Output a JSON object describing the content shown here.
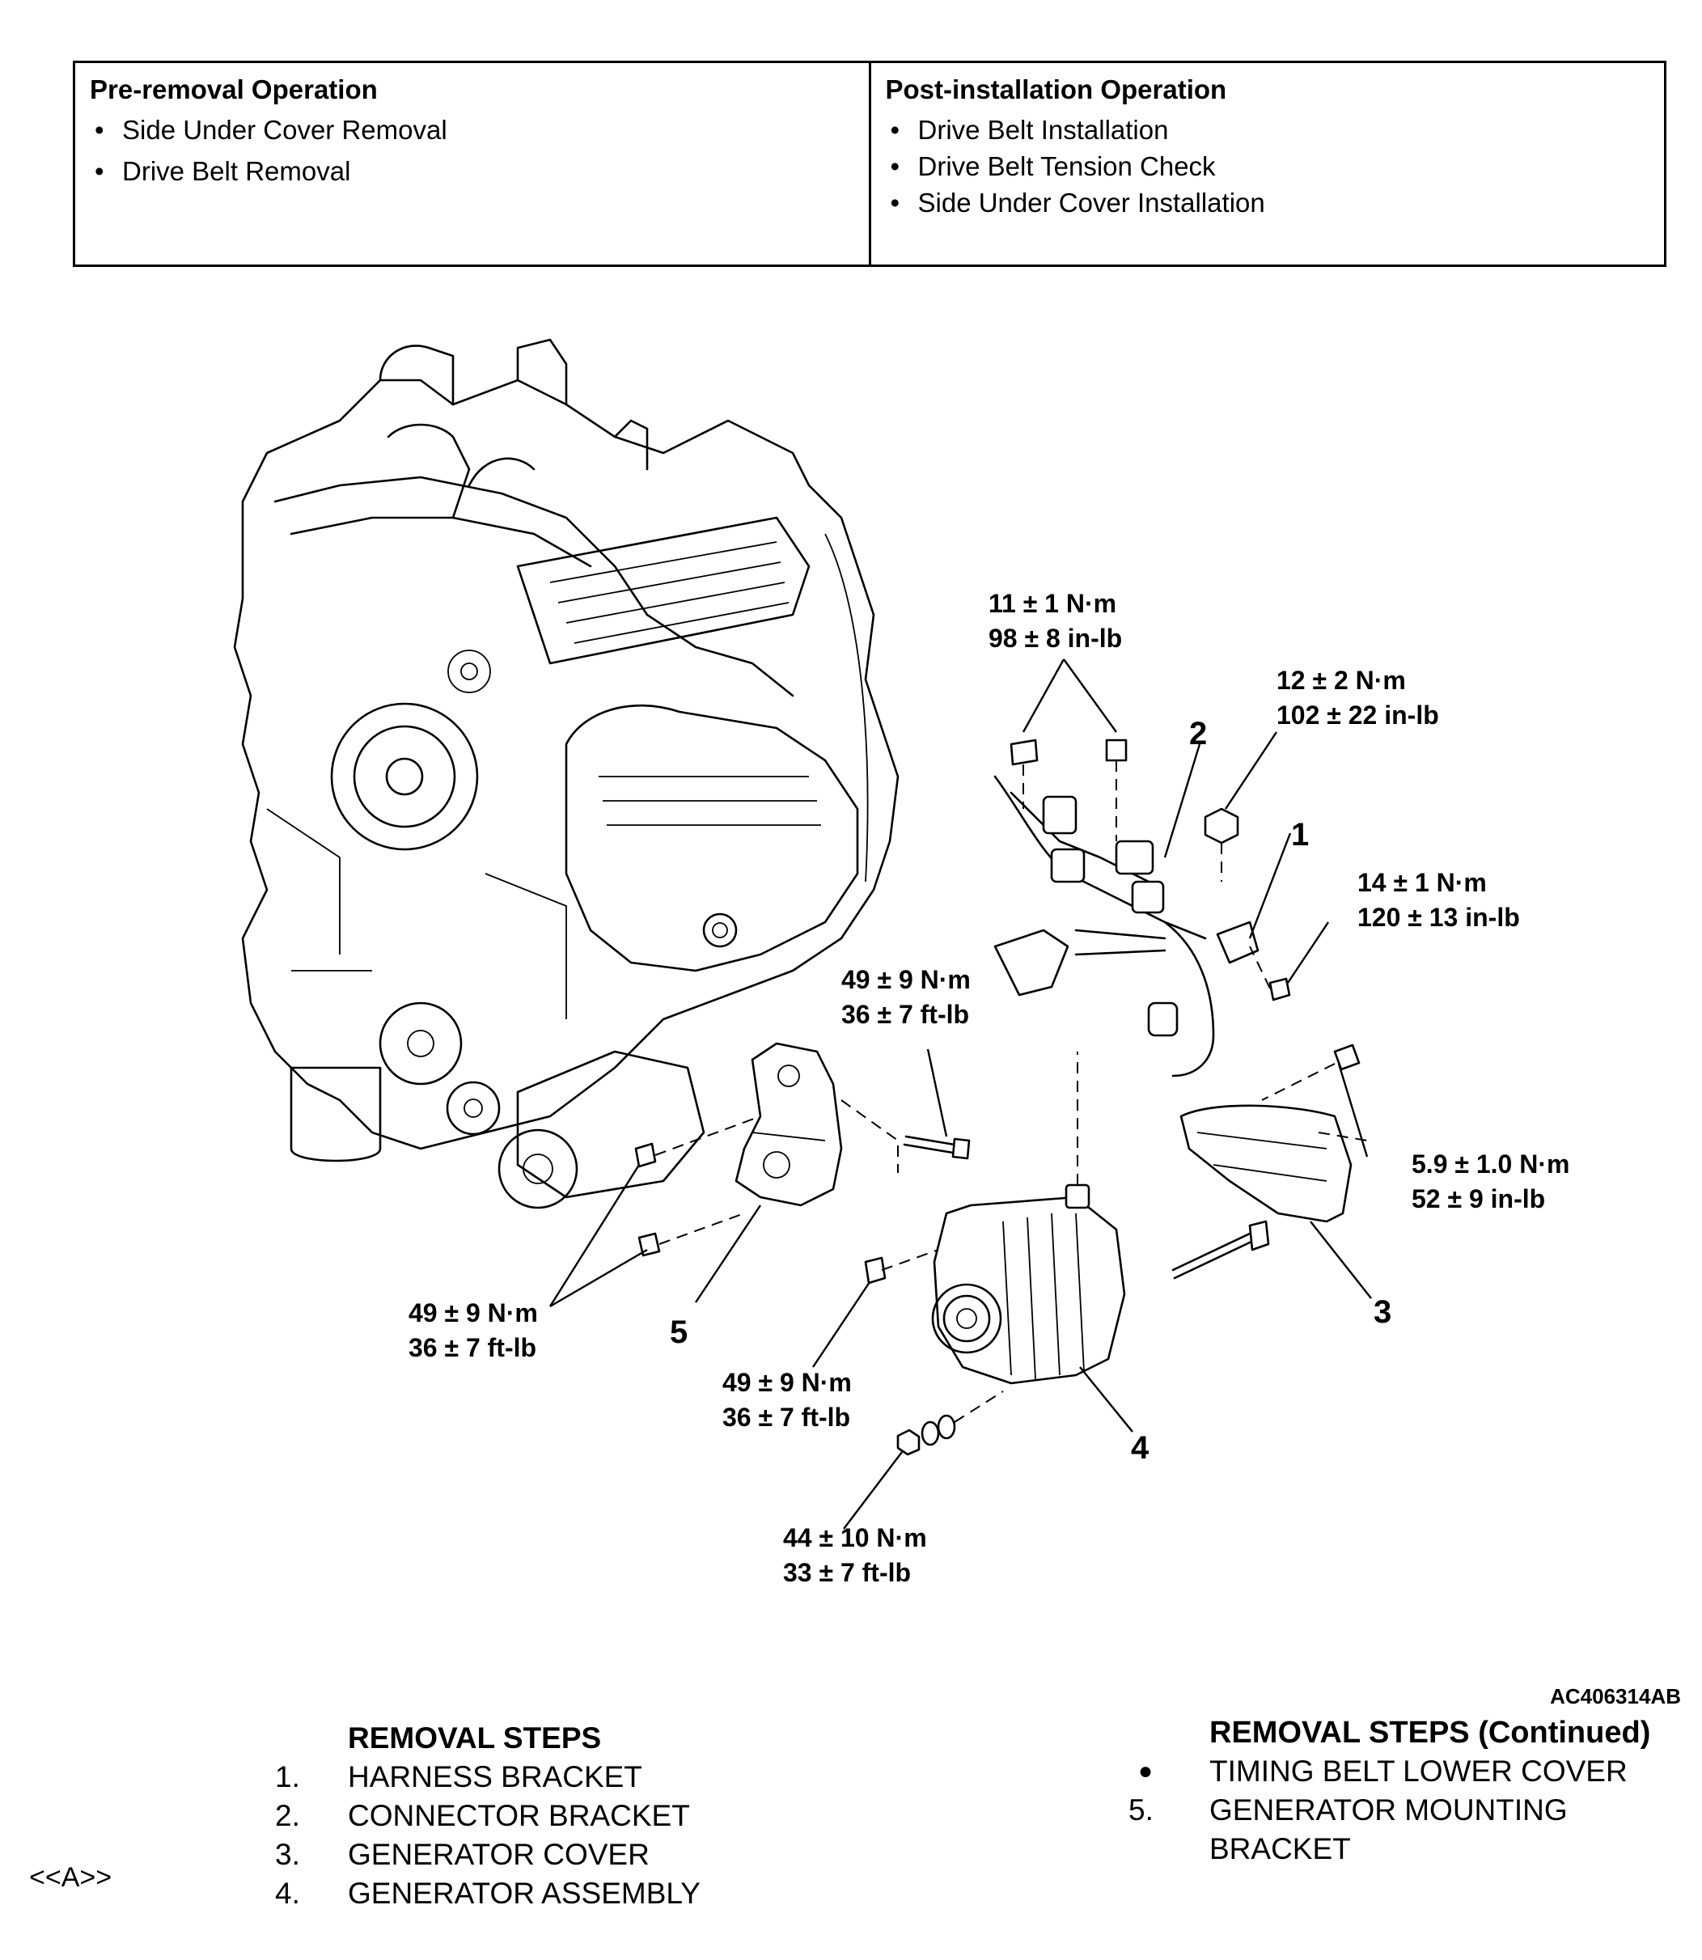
{
  "pre_removal": {
    "heading": "Pre-removal Operation",
    "items": [
      "Side Under Cover Removal",
      "Drive Belt Removal"
    ]
  },
  "post_installation": {
    "heading": "Post-installation Operation",
    "items": [
      "Drive Belt Installation",
      "Drive Belt Tension Check",
      "Side Under Cover Installation"
    ]
  },
  "diagram": {
    "callouts": [
      "1",
      "2",
      "3",
      "4",
      "5"
    ],
    "torques": {
      "harness_bolts": [
        "11 ± 1 N·m",
        "98 ± 8 in-lb"
      ],
      "nut_bracket": [
        "12 ± 2 N·m",
        "102 ± 22 in-lb"
      ],
      "harness_bracket_bolt": [
        "14 ± 1 N·m",
        "120 ± 13 in-lb"
      ],
      "mount_bolt_upper": [
        "49 ± 9 N·m",
        "36 ± 7 ft-lb"
      ],
      "cover_bolt": [
        "5.9 ± 1.0 N·m",
        "52 ± 9 in-lb"
      ],
      "mount_bolts_left": [
        "49 ± 9 N·m",
        "36 ± 7 ft-lb"
      ],
      "generator_bolt": [
        "49 ± 9 N·m",
        "36 ± 7 ft-lb"
      ],
      "generator_nut": [
        "44 ± 10 N·m",
        "33 ± 7 ft-lb"
      ]
    },
    "figure_code": "AC406314AB"
  },
  "removal_steps": {
    "title": "REMOVAL STEPS",
    "marker": "<<A>>",
    "items": [
      {
        "no": "1.",
        "label": "HARNESS BRACKET"
      },
      {
        "no": "2.",
        "label": "CONNECTOR BRACKET"
      },
      {
        "no": "3.",
        "label": "GENERATOR COVER"
      },
      {
        "no": "4.",
        "label": "GENERATOR ASSEMBLY"
      }
    ]
  },
  "removal_steps_continued": {
    "title": "REMOVAL STEPS (Continued)",
    "bullet": "●",
    "bullet_label": "TIMING BELT LOWER COVER",
    "item_no": "5.",
    "item_label_line1": "GENERATOR MOUNTING",
    "item_label_line2": "BRACKET"
  }
}
